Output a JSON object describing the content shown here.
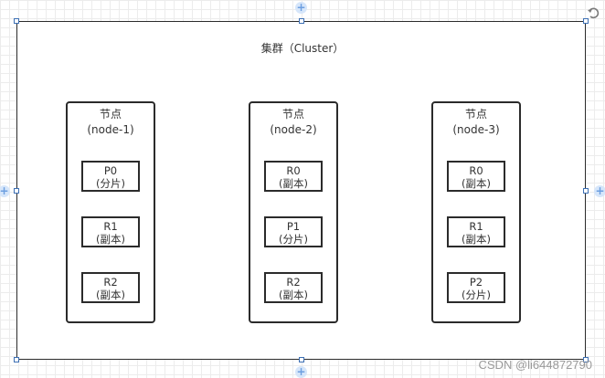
{
  "cluster": {
    "title": "集群（Cluster）"
  },
  "nodes": [
    {
      "title_line1": "节点",
      "title_line2": "(node-1)",
      "shards": [
        {
          "name": "P0",
          "kind": "(分片)"
        },
        {
          "name": "R1",
          "kind": "(副本)"
        },
        {
          "name": "R2",
          "kind": "(副本)"
        }
      ]
    },
    {
      "title_line1": "节点",
      "title_line2": "(node-2)",
      "shards": [
        {
          "name": "R0",
          "kind": "(副本)"
        },
        {
          "name": "P1",
          "kind": "(分片)"
        },
        {
          "name": "R2",
          "kind": "(副本)"
        }
      ]
    },
    {
      "title_line1": "节点",
      "title_line2": "(node-3)",
      "shards": [
        {
          "name": "R0",
          "kind": "(副本)"
        },
        {
          "name": "R1",
          "kind": "(副本)"
        },
        {
          "name": "P2",
          "kind": "(分片)"
        }
      ]
    }
  ],
  "watermark": "CSDN @li644872790",
  "icons": {
    "connect": "plus-icon",
    "rotate": "rotate-icon"
  },
  "colors": {
    "border": "#2b2b2b",
    "selection": "#3c6fb4",
    "connector": "#d6e6fa"
  }
}
